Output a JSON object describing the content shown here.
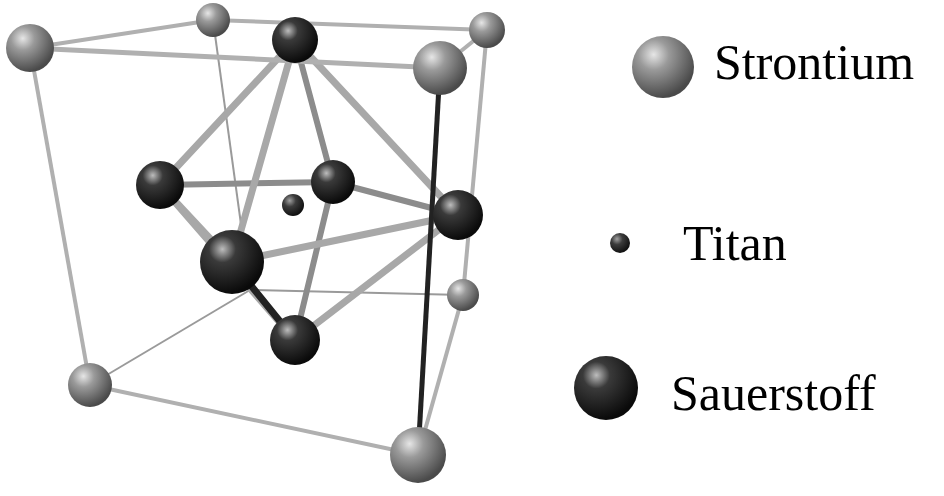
{
  "diagram": {
    "legend": [
      {
        "text": "Strontium"
      },
      {
        "text": "Titan"
      },
      {
        "text": "Sauerstoff"
      }
    ]
  }
}
